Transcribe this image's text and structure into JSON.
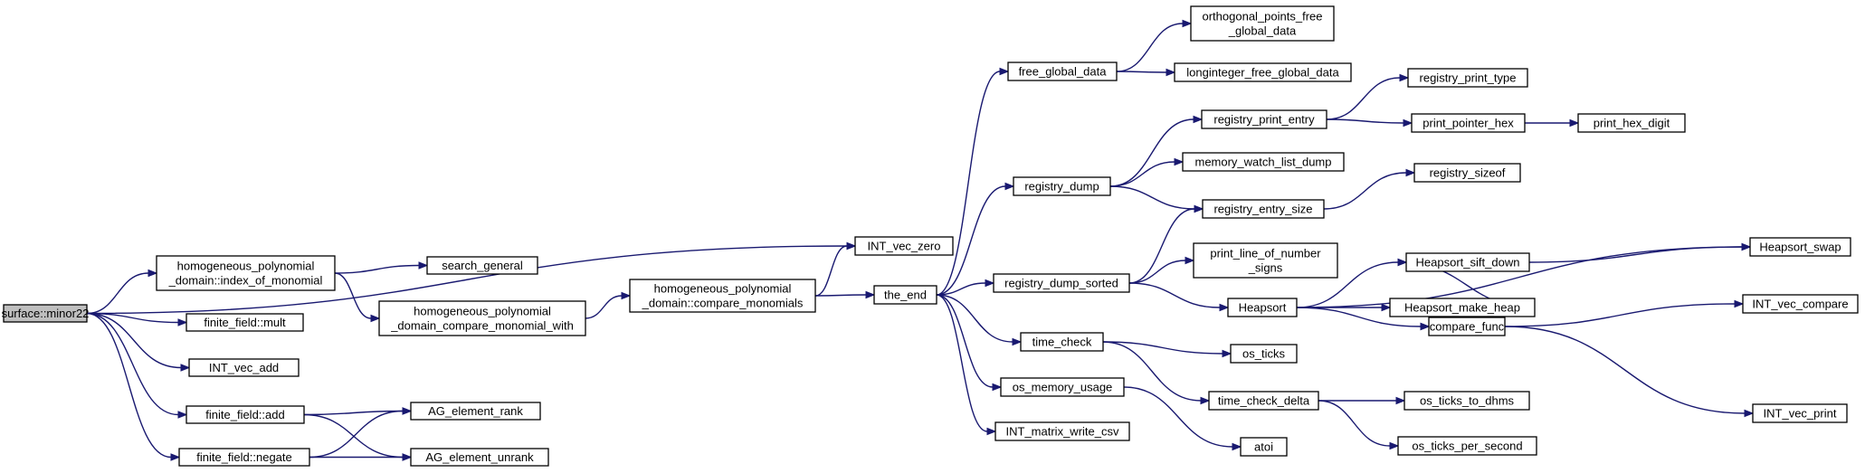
{
  "nodes": [
    {
      "id": "minor22",
      "lines": [
        "surface::minor22"
      ],
      "root": true
    },
    {
      "id": "index_of_monomial",
      "lines": [
        "homogeneous_polynomial",
        "_domain::index_of_monomial"
      ]
    },
    {
      "id": "ff_mult",
      "lines": [
        "finite_field::mult"
      ]
    },
    {
      "id": "int_vec_add",
      "lines": [
        "INT_vec_add"
      ]
    },
    {
      "id": "ff_add",
      "lines": [
        "finite_field::add"
      ]
    },
    {
      "id": "ff_negate",
      "lines": [
        "finite_field::negate"
      ]
    },
    {
      "id": "search_general",
      "lines": [
        "search_general"
      ]
    },
    {
      "id": "compare_monomial_with",
      "lines": [
        "homogeneous_polynomial",
        "_domain_compare_monomial_with"
      ]
    },
    {
      "id": "ag_rank",
      "lines": [
        "AG_element_rank"
      ]
    },
    {
      "id": "ag_unrank",
      "lines": [
        "AG_element_unrank"
      ]
    },
    {
      "id": "compare_monomials",
      "lines": [
        "homogeneous_polynomial",
        "_domain::compare_monomials"
      ]
    },
    {
      "id": "int_vec_zero",
      "lines": [
        "INT_vec_zero"
      ]
    },
    {
      "id": "the_end",
      "lines": [
        "the_end"
      ]
    },
    {
      "id": "free_global_data",
      "lines": [
        "free_global_data"
      ]
    },
    {
      "id": "registry_dump",
      "lines": [
        "registry_dump"
      ]
    },
    {
      "id": "registry_dump_sorted",
      "lines": [
        "registry_dump_sorted"
      ]
    },
    {
      "id": "time_check",
      "lines": [
        "time_check"
      ]
    },
    {
      "id": "os_memory_usage",
      "lines": [
        "os_memory_usage"
      ]
    },
    {
      "id": "int_matrix_write_csv",
      "lines": [
        "INT_matrix_write_csv"
      ]
    },
    {
      "id": "orthogonal_points",
      "lines": [
        "orthogonal_points_free",
        "_global_data"
      ]
    },
    {
      "id": "longinteger_free",
      "lines": [
        "longinteger_free_global_data"
      ]
    },
    {
      "id": "registry_print_entry",
      "lines": [
        "registry_print_entry"
      ]
    },
    {
      "id": "memory_watch",
      "lines": [
        "memory_watch_list_dump"
      ]
    },
    {
      "id": "registry_entry_size",
      "lines": [
        "registry_entry_size"
      ]
    },
    {
      "id": "print_line_of_number",
      "lines": [
        "print_line_of_number",
        "_signs"
      ]
    },
    {
      "id": "heapsort",
      "lines": [
        "Heapsort"
      ]
    },
    {
      "id": "os_ticks",
      "lines": [
        "os_ticks"
      ]
    },
    {
      "id": "time_check_delta",
      "lines": [
        "time_check_delta"
      ]
    },
    {
      "id": "atoi",
      "lines": [
        "atoi"
      ]
    },
    {
      "id": "registry_print_type",
      "lines": [
        "registry_print_type"
      ]
    },
    {
      "id": "print_pointer_hex",
      "lines": [
        "print_pointer_hex"
      ]
    },
    {
      "id": "registry_sizeof",
      "lines": [
        "registry_sizeof"
      ]
    },
    {
      "id": "heapsort_sift_down",
      "lines": [
        "Heapsort_sift_down"
      ]
    },
    {
      "id": "heapsort_make_heap",
      "lines": [
        "Heapsort_make_heap"
      ]
    },
    {
      "id": "compare_func",
      "lines": [
        "compare_func"
      ]
    },
    {
      "id": "os_ticks_to_dhms",
      "lines": [
        "os_ticks_to_dhms"
      ]
    },
    {
      "id": "os_ticks_per_second",
      "lines": [
        "os_ticks_per_second"
      ]
    },
    {
      "id": "print_hex_digit",
      "lines": [
        "print_hex_digit"
      ]
    },
    {
      "id": "heapsort_swap",
      "lines": [
        "Heapsort_swap"
      ]
    },
    {
      "id": "int_vec_compare",
      "lines": [
        "INT_vec_compare"
      ]
    },
    {
      "id": "int_vec_print",
      "lines": [
        "INT_vec_print"
      ]
    }
  ],
  "edges": [
    [
      "minor22",
      "int_vec_zero"
    ],
    [
      "minor22",
      "index_of_monomial"
    ],
    [
      "minor22",
      "ff_mult"
    ],
    [
      "minor22",
      "int_vec_add"
    ],
    [
      "minor22",
      "ff_add"
    ],
    [
      "minor22",
      "ff_negate"
    ],
    [
      "index_of_monomial",
      "search_general"
    ],
    [
      "index_of_monomial",
      "compare_monomial_with"
    ],
    [
      "compare_monomial_with",
      "compare_monomials"
    ],
    [
      "ff_add",
      "ag_rank"
    ],
    [
      "ff_add",
      "ag_unrank"
    ],
    [
      "ff_negate",
      "ag_rank"
    ],
    [
      "ff_negate",
      "ag_unrank"
    ],
    [
      "compare_monomials",
      "int_vec_zero"
    ],
    [
      "compare_monomials",
      "the_end"
    ],
    [
      "the_end",
      "free_global_data"
    ],
    [
      "the_end",
      "registry_dump"
    ],
    [
      "the_end",
      "registry_dump_sorted"
    ],
    [
      "the_end",
      "time_check"
    ],
    [
      "the_end",
      "os_memory_usage"
    ],
    [
      "the_end",
      "int_matrix_write_csv"
    ],
    [
      "free_global_data",
      "orthogonal_points"
    ],
    [
      "free_global_data",
      "longinteger_free"
    ],
    [
      "registry_dump",
      "registry_print_entry"
    ],
    [
      "registry_dump",
      "memory_watch"
    ],
    [
      "registry_dump",
      "registry_entry_size"
    ],
    [
      "registry_dump_sorted",
      "registry_entry_size"
    ],
    [
      "registry_dump_sorted",
      "print_line_of_number"
    ],
    [
      "registry_dump_sorted",
      "heapsort"
    ],
    [
      "time_check",
      "os_ticks"
    ],
    [
      "time_check",
      "time_check_delta"
    ],
    [
      "os_memory_usage",
      "atoi"
    ],
    [
      "registry_print_entry",
      "registry_print_type"
    ],
    [
      "registry_print_entry",
      "print_pointer_hex"
    ],
    [
      "print_pointer_hex",
      "print_hex_digit"
    ],
    [
      "registry_entry_size",
      "registry_sizeof"
    ],
    [
      "heapsort",
      "heapsort_swap"
    ],
    [
      "heapsort",
      "heapsort_sift_down"
    ],
    [
      "heapsort",
      "heapsort_make_heap"
    ],
    [
      "heapsort",
      "compare_func"
    ],
    [
      "heapsort_make_heap",
      "heapsort_sift_down"
    ],
    [
      "heapsort_make_heap",
      "compare_func"
    ],
    [
      "heapsort_sift_down",
      "heapsort_swap"
    ],
    [
      "time_check_delta",
      "os_ticks_to_dhms"
    ],
    [
      "time_check_delta",
      "os_ticks_per_second"
    ],
    [
      "compare_func",
      "int_vec_compare"
    ],
    [
      "compare_func",
      "int_vec_print"
    ]
  ]
}
